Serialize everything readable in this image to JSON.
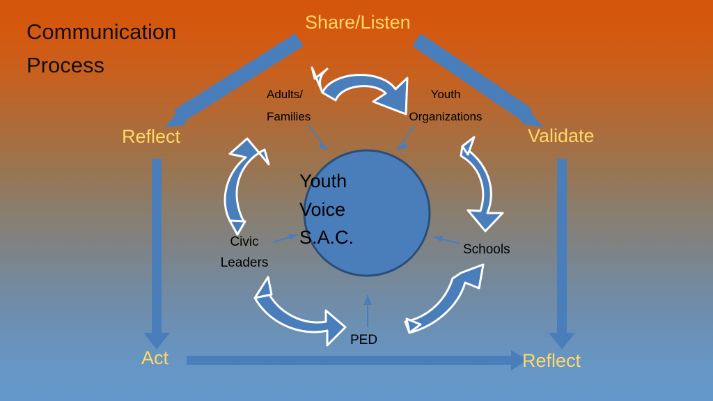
{
  "slide": {
    "title_line1": "Communication",
    "title_line2": "Process"
  },
  "outer_labels": {
    "share_listen": "Share/Listen",
    "reflect_left": "Reflect",
    "validate": "Validate",
    "act": "Act",
    "reflect_right": "Reflect"
  },
  "center": {
    "line1": "Youth",
    "line2": "Voice",
    "line3": "S.A.C."
  },
  "stakeholders": {
    "adults_line1": "Adults/",
    "adults_line2": "Families",
    "youth_org_line1": "Youth",
    "youth_org_line2": "Organizations",
    "civic_line1": "Civic",
    "civic_line2": "Leaders",
    "schools": "Schools",
    "ped": "PED"
  },
  "colors": {
    "arrow_blue": "#4a7ebb",
    "arrow_outline": "#ffffff",
    "circle_fill": "#4a7ebb",
    "circle_stroke": "#2a4d7a",
    "yellow_text": "#ffd966",
    "dark_text": "#111111",
    "bg_top": "#d4550c",
    "bg_bottom": "#6498cc"
  },
  "chart_data": {
    "type": "diagram",
    "title": "Communication Process",
    "center_node": "Youth Voice S.A.C.",
    "outer_cycle": [
      "Share/Listen",
      "Validate",
      "Reflect",
      "Act",
      "Reflect"
    ],
    "inner_nodes": [
      "Adults/Families",
      "Youth Organizations",
      "Civic Leaders",
      "Schools",
      "PED"
    ]
  }
}
